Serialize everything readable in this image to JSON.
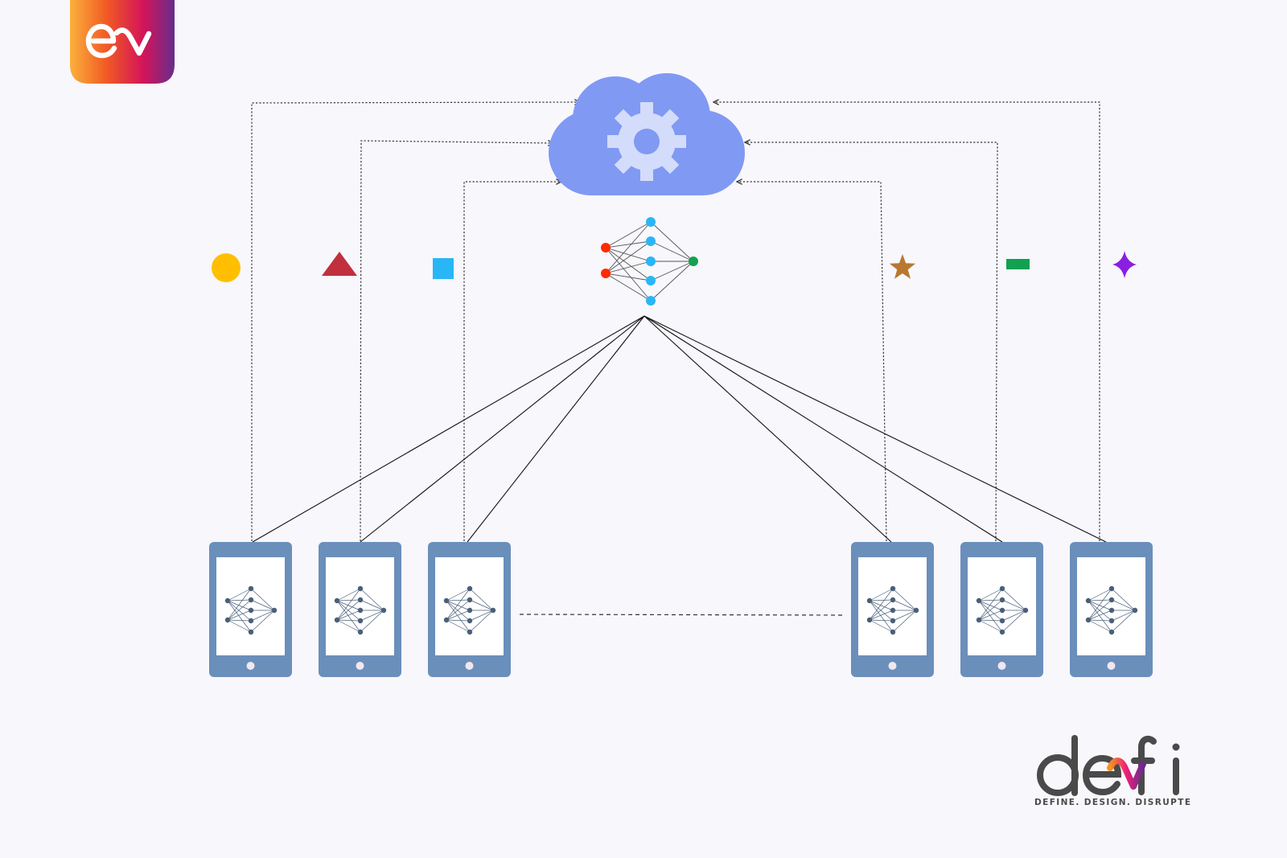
{
  "brand": {
    "app_logo_name": "ev",
    "company_logo_name": "devfi",
    "tagline": "DEFINE. DESIGN. DISRUPTE",
    "gradient_colors": [
      "#fbb03b",
      "#f15a24",
      "#d4145a",
      "#662d8c"
    ]
  },
  "colors": {
    "background": "#f8f7fc",
    "cloud": "#8099f3",
    "gear": "#d3dcfb",
    "device_body": "#6a8fbb",
    "device_screen": "#ffffff",
    "device_network": "#4a5f78",
    "connector": "#111111",
    "dotted_arrow": "#333333"
  },
  "nodes": {
    "server": {
      "name": "cloud-server",
      "icon": "gear-icon",
      "global_model_icon": "neural-network-icon",
      "input_node_color": "#ff2a00",
      "hidden_node_color": "#29b6f6",
      "output_node_color": "#12a150"
    },
    "clients": [
      {
        "name": "client-device-1",
        "icon": "neural-network-icon",
        "update_marker": "circle",
        "marker_color": "#ffbf00"
      },
      {
        "name": "client-device-2",
        "icon": "neural-network-icon",
        "update_marker": "triangle",
        "marker_color": "#c0303e"
      },
      {
        "name": "client-device-3",
        "icon": "neural-network-icon",
        "update_marker": "square",
        "marker_color": "#29b6f6"
      },
      {
        "name": "client-device-4",
        "icon": "neural-network-icon",
        "update_marker": "star",
        "marker_color": "#b8782f"
      },
      {
        "name": "client-device-5",
        "icon": "neural-network-icon",
        "update_marker": "bar",
        "marker_color": "#12a150"
      },
      {
        "name": "client-device-6",
        "icon": "neural-network-icon",
        "update_marker": "sparkle",
        "marker_color": "#8a1fe0"
      }
    ]
  },
  "edges": {
    "model_distribution": {
      "from": "cloud-server",
      "to": [
        "client-device-1",
        "client-device-2",
        "client-device-3",
        "client-device-4",
        "client-device-5",
        "client-device-6"
      ],
      "style": "solid"
    },
    "update_upload": {
      "from": [
        "client-device-1",
        "client-device-2",
        "client-device-3",
        "client-device-4",
        "client-device-5",
        "client-device-6"
      ],
      "to": "cloud-server",
      "style": "dotted-arrow"
    },
    "omitted_clients": {
      "from": "client-device-3",
      "to": "client-device-4",
      "style": "dashed"
    }
  }
}
